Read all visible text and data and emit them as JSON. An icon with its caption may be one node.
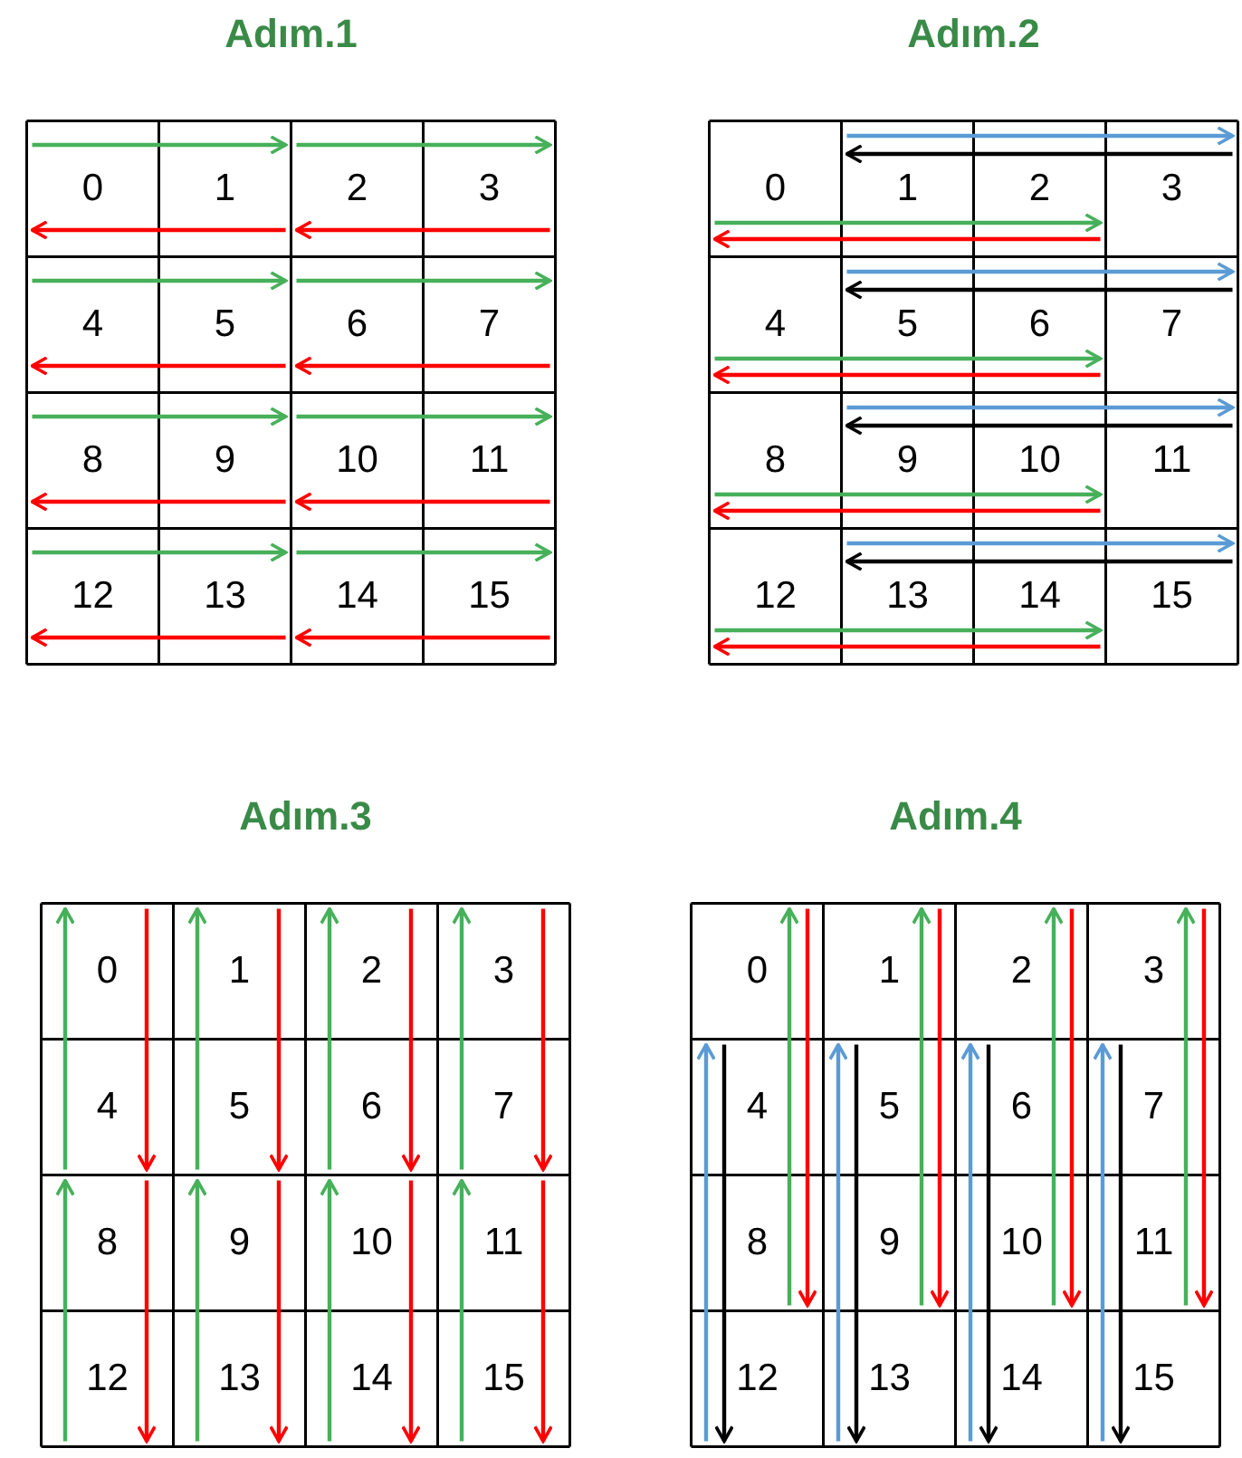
{
  "diagram": {
    "nodes": [
      {
        "text": [
          "Adım.1"
        ]
      },
      {
        "text": [
          "0"
        ],
        "in": 0
      },
      {
        "text": [
          "1"
        ],
        "in": 0
      },
      {
        "text": [
          "2"
        ],
        "in": 0
      },
      {
        "text": [
          "3"
        ],
        "in": 0
      },
      {
        "text": [
          "4"
        ],
        "in": 0
      },
      {
        "text": [
          "5"
        ],
        "in": 0
      },
      {
        "text": [
          "6"
        ],
        "in": 0
      },
      {
        "text": [
          "7"
        ],
        "in": 0
      },
      {
        "text": [
          "8"
        ],
        "in": 0
      },
      {
        "text": [
          "9"
        ],
        "in": 0
      },
      {
        "text": [
          "10"
        ],
        "in": 0
      },
      {
        "text": [
          "11"
        ],
        "in": 0
      },
      {
        "text": [
          "12"
        ],
        "in": 0
      },
      {
        "text": [
          "13"
        ],
        "in": 0
      },
      {
        "text": [
          "14"
        ],
        "in": 0
      },
      {
        "text": [
          "15"
        ],
        "in": 0
      },
      {
        "text": [
          "Adım.2"
        ]
      },
      {
        "text": [
          "0"
        ],
        "in": 17
      },
      {
        "text": [
          "1"
        ],
        "in": 17
      },
      {
        "text": [
          "2"
        ],
        "in": 17
      },
      {
        "text": [
          "3"
        ],
        "in": 17
      },
      {
        "text": [
          "4"
        ],
        "in": 17
      },
      {
        "text": [
          "5"
        ],
        "in": 17
      },
      {
        "text": [
          "6"
        ],
        "in": 17
      },
      {
        "text": [
          "7"
        ],
        "in": 17
      },
      {
        "text": [
          "8"
        ],
        "in": 17
      },
      {
        "text": [
          "9"
        ],
        "in": 17
      },
      {
        "text": [
          "10"
        ],
        "in": 17
      },
      {
        "text": [
          "11"
        ],
        "in": 17
      },
      {
        "text": [
          "12"
        ],
        "in": 17
      },
      {
        "text": [
          "13"
        ],
        "in": 17
      },
      {
        "text": [
          "14"
        ],
        "in": 17
      },
      {
        "text": [
          "15"
        ],
        "in": 17
      },
      {
        "text": [
          "Adım.3"
        ]
      },
      {
        "text": [
          "0"
        ],
        "in": 34
      },
      {
        "text": [
          "1"
        ],
        "in": 34
      },
      {
        "text": [
          "2"
        ],
        "in": 34
      },
      {
        "text": [
          "3"
        ],
        "in": 34
      },
      {
        "text": [
          "4"
        ],
        "in": 34
      },
      {
        "text": [
          "5"
        ],
        "in": 34
      },
      {
        "text": [
          "6"
        ],
        "in": 34
      },
      {
        "text": [
          "7"
        ],
        "in": 34
      },
      {
        "text": [
          "8"
        ],
        "in": 34
      },
      {
        "text": [
          "9"
        ],
        "in": 34
      },
      {
        "text": [
          "10"
        ],
        "in": 34
      },
      {
        "text": [
          "11"
        ],
        "in": 34
      },
      {
        "text": [
          "12"
        ],
        "in": 34
      },
      {
        "text": [
          "13"
        ],
        "in": 34
      },
      {
        "text": [
          "14"
        ],
        "in": 34
      },
      {
        "text": [
          "15"
        ],
        "in": 34
      },
      {
        "text": [
          "Adım.4"
        ]
      },
      {
        "text": [
          "0"
        ],
        "in": 51
      },
      {
        "text": [
          "1"
        ],
        "in": 51
      },
      {
        "text": [
          "2"
        ],
        "in": 51
      },
      {
        "text": [
          "3"
        ],
        "in": 51
      },
      {
        "text": [
          "4"
        ],
        "in": 51
      },
      {
        "text": [
          "5"
        ],
        "in": 51
      },
      {
        "text": [
          "6"
        ],
        "in": 51
      },
      {
        "text": [
          "7"
        ],
        "in": 51
      },
      {
        "text": [
          "8"
        ],
        "in": 51
      },
      {
        "text": [
          "9"
        ],
        "in": 51
      },
      {
        "text": [
          "10"
        ],
        "in": 51
      },
      {
        "text": [
          "11"
        ],
        "in": 51
      },
      {
        "text": [
          "12"
        ],
        "in": 51
      },
      {
        "text": [
          "13"
        ],
        "in": 51
      },
      {
        "text": [
          "14"
        ],
        "in": 51
      },
      {
        "text": [
          "15"
        ],
        "in": 51
      }
    ],
    "edges": [
      {
        "from": 1,
        "to": 2,
        "arrow": "to",
        "color": "#47b05a"
      },
      {
        "from": 2,
        "to": 1,
        "arrow": "to",
        "color": "#ff0000"
      },
      {
        "from": 3,
        "to": 4,
        "arrow": "to",
        "color": "#47b05a"
      },
      {
        "from": 4,
        "to": 3,
        "arrow": "to",
        "color": "#ff0000"
      },
      {
        "from": 5,
        "to": 6,
        "arrow": "to",
        "color": "#47b05a"
      },
      {
        "from": 6,
        "to": 5,
        "arrow": "to",
        "color": "#ff0000"
      },
      {
        "from": 7,
        "to": 8,
        "arrow": "to",
        "color": "#47b05a"
      },
      {
        "from": 8,
        "to": 7,
        "arrow": "to",
        "color": "#ff0000"
      },
      {
        "from": 9,
        "to": 10,
        "arrow": "to",
        "color": "#47b05a"
      },
      {
        "from": 10,
        "to": 9,
        "arrow": "to",
        "color": "#ff0000"
      },
      {
        "from": 11,
        "to": 12,
        "arrow": "to",
        "color": "#47b05a"
      },
      {
        "from": 12,
        "to": 11,
        "arrow": "to",
        "color": "#ff0000"
      },
      {
        "from": 13,
        "to": 14,
        "arrow": "to",
        "color": "#47b05a"
      },
      {
        "from": 14,
        "to": 13,
        "arrow": "to",
        "color": "#ff0000"
      },
      {
        "from": 15,
        "to": 16,
        "arrow": "to",
        "color": "#47b05a"
      },
      {
        "from": 16,
        "to": 15,
        "arrow": "to",
        "color": "#ff0000"
      },
      {
        "from": 18,
        "to": 20,
        "arrow": "to",
        "color": "#47b05a"
      },
      {
        "from": 20,
        "to": 18,
        "arrow": "to",
        "color": "#ff0000"
      },
      {
        "from": 19,
        "to": 21,
        "arrow": "to",
        "color": "#5b9bd5"
      },
      {
        "from": 21,
        "to": 19,
        "arrow": "to",
        "color": "#000000"
      },
      {
        "from": 22,
        "to": 24,
        "arrow": "to",
        "color": "#47b05a"
      },
      {
        "from": 24,
        "to": 22,
        "arrow": "to",
        "color": "#ff0000"
      },
      {
        "from": 23,
        "to": 25,
        "arrow": "to",
        "color": "#5b9bd5"
      },
      {
        "from": 25,
        "to": 23,
        "arrow": "to",
        "color": "#000000"
      },
      {
        "from": 26,
        "to": 28,
        "arrow": "to",
        "color": "#47b05a"
      },
      {
        "from": 28,
        "to": 26,
        "arrow": "to",
        "color": "#ff0000"
      },
      {
        "from": 27,
        "to": 29,
        "arrow": "to",
        "color": "#5b9bd5"
      },
      {
        "from": 29,
        "to": 27,
        "arrow": "to",
        "color": "#000000"
      },
      {
        "from": 30,
        "to": 32,
        "arrow": "to",
        "color": "#47b05a"
      },
      {
        "from": 32,
        "to": 30,
        "arrow": "to",
        "color": "#ff0000"
      },
      {
        "from": 31,
        "to": 33,
        "arrow": "to",
        "color": "#5b9bd5"
      },
      {
        "from": 33,
        "to": 31,
        "arrow": "to",
        "color": "#000000"
      },
      {
        "from": 39,
        "to": 35,
        "arrow": "to",
        "color": "#47b05a"
      },
      {
        "from": 35,
        "to": 39,
        "arrow": "to",
        "color": "#ff0000"
      },
      {
        "from": 40,
        "to": 36,
        "arrow": "to",
        "color": "#47b05a"
      },
      {
        "from": 36,
        "to": 40,
        "arrow": "to",
        "color": "#ff0000"
      },
      {
        "from": 41,
        "to": 37,
        "arrow": "to",
        "color": "#47b05a"
      },
      {
        "from": 37,
        "to": 41,
        "arrow": "to",
        "color": "#ff0000"
      },
      {
        "from": 42,
        "to": 38,
        "arrow": "to",
        "color": "#47b05a"
      },
      {
        "from": 38,
        "to": 42,
        "arrow": "to",
        "color": "#ff0000"
      },
      {
        "from": 47,
        "to": 43,
        "arrow": "to",
        "color": "#47b05a"
      },
      {
        "from": 43,
        "to": 47,
        "arrow": "to",
        "color": "#ff0000"
      },
      {
        "from": 48,
        "to": 44,
        "arrow": "to",
        "color": "#47b05a"
      },
      {
        "from": 44,
        "to": 48,
        "arrow": "to",
        "color": "#ff0000"
      },
      {
        "from": 49,
        "to": 45,
        "arrow": "to",
        "color": "#47b05a"
      },
      {
        "from": 45,
        "to": 49,
        "arrow": "to",
        "color": "#ff0000"
      },
      {
        "from": 50,
        "to": 46,
        "arrow": "to",
        "color": "#47b05a"
      },
      {
        "from": 46,
        "to": 50,
        "arrow": "to",
        "color": "#ff0000"
      },
      {
        "from": 60,
        "to": 52,
        "arrow": "to",
        "color": "#47b05a"
      },
      {
        "from": 52,
        "to": 60,
        "arrow": "to",
        "color": "#ff0000"
      },
      {
        "from": 64,
        "to": 56,
        "arrow": "to",
        "color": "#5b9bd5"
      },
      {
        "from": 56,
        "to": 64,
        "arrow": "to",
        "color": "#000000"
      },
      {
        "from": 61,
        "to": 53,
        "arrow": "to",
        "color": "#47b05a"
      },
      {
        "from": 53,
        "to": 61,
        "arrow": "to",
        "color": "#ff0000"
      },
      {
        "from": 65,
        "to": 57,
        "arrow": "to",
        "color": "#5b9bd5"
      },
      {
        "from": 57,
        "to": 65,
        "arrow": "to",
        "color": "#000000"
      },
      {
        "from": 62,
        "to": 54,
        "arrow": "to",
        "color": "#47b05a"
      },
      {
        "from": 54,
        "to": 62,
        "arrow": "to",
        "color": "#ff0000"
      },
      {
        "from": 66,
        "to": 58,
        "arrow": "to",
        "color": "#5b9bd5"
      },
      {
        "from": 58,
        "to": 66,
        "arrow": "to",
        "color": "#000000"
      },
      {
        "from": 63,
        "to": 55,
        "arrow": "to",
        "color": "#47b05a"
      },
      {
        "from": 55,
        "to": 63,
        "arrow": "to",
        "color": "#ff0000"
      },
      {
        "from": 67,
        "to": 59,
        "arrow": "to",
        "color": "#5b9bd5"
      },
      {
        "from": 59,
        "to": 67,
        "arrow": "to",
        "color": "#000000"
      }
    ]
  }
}
